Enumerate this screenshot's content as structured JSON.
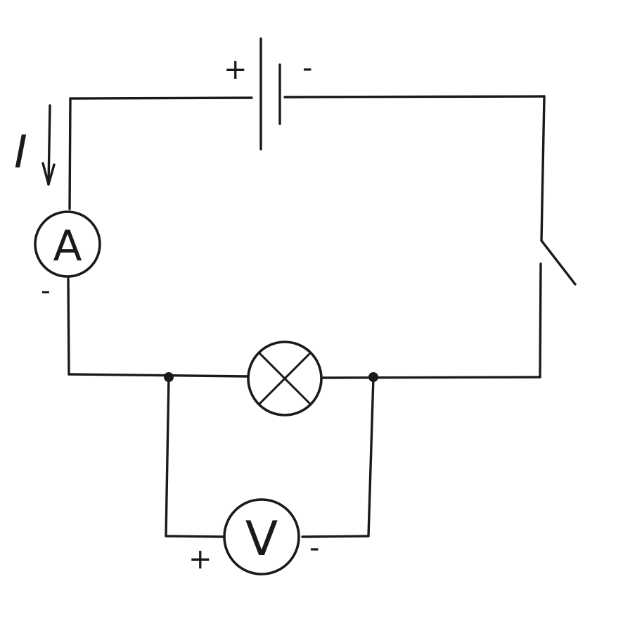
{
  "labels": {
    "current": "I",
    "battery_plus": "+",
    "battery_minus": "-",
    "ammeter": "A",
    "ammeter_minus": "-",
    "voltmeter": "V",
    "voltmeter_plus": "+",
    "voltmeter_minus": "-"
  },
  "colors": {
    "ink": "#1a1a1a",
    "paper": "#ffffff"
  }
}
